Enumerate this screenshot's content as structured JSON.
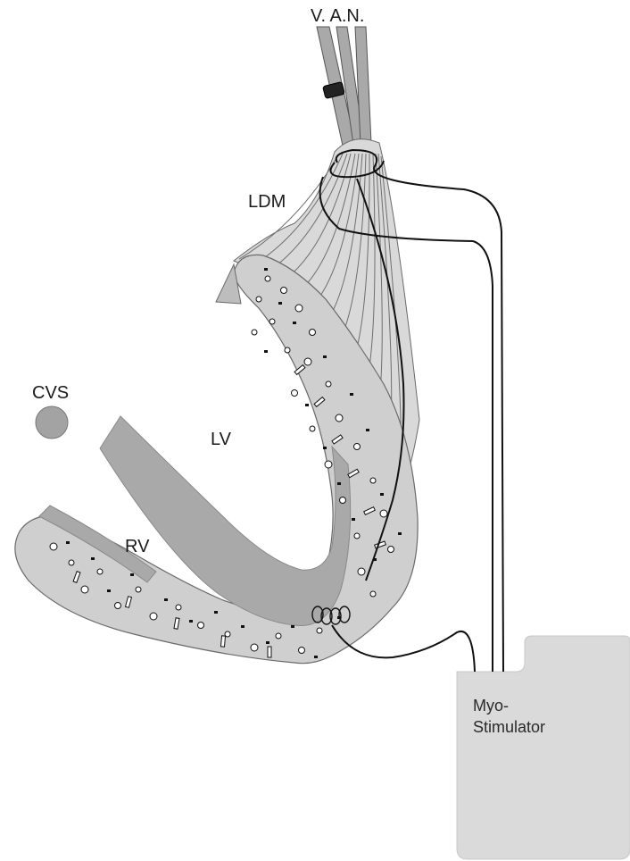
{
  "labels": {
    "van": "V. A.N.",
    "ldm": "LDM",
    "cvs": "CVS",
    "lv": "LV",
    "rv": "RV",
    "device_line1": "Myo-",
    "device_line2": "Stimulator"
  },
  "colors": {
    "wall_fill": "#cdcdcd",
    "septum_fill": "#a9a9a9",
    "muscle_fill": "#d6d6d6",
    "device_fill": "#dadada",
    "cvs_fill": "#a3a3a3",
    "lead_wire": "#111111",
    "outline": "#555555"
  }
}
